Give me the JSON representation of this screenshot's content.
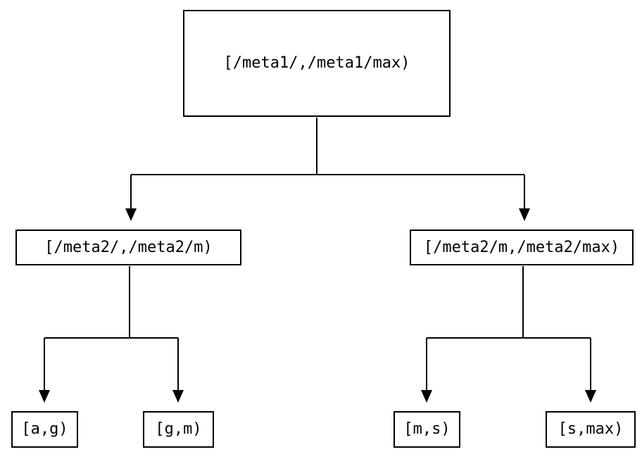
{
  "diagram": {
    "type": "tree",
    "root": {
      "label": "[/meta1/,/meta1/max)"
    },
    "children": [
      {
        "label": "[/meta2/,/meta2/m)",
        "children": [
          {
            "label": "[a,g)"
          },
          {
            "label": "[g,m)"
          }
        ]
      },
      {
        "label": "[/meta2/m,/meta2/max)",
        "children": [
          {
            "label": "[m,s)"
          },
          {
            "label": "[s,max)"
          }
        ]
      }
    ],
    "colors": {
      "line": "#000000",
      "box_border": "#000000",
      "text": "#000000",
      "background": "#ffffff"
    }
  }
}
